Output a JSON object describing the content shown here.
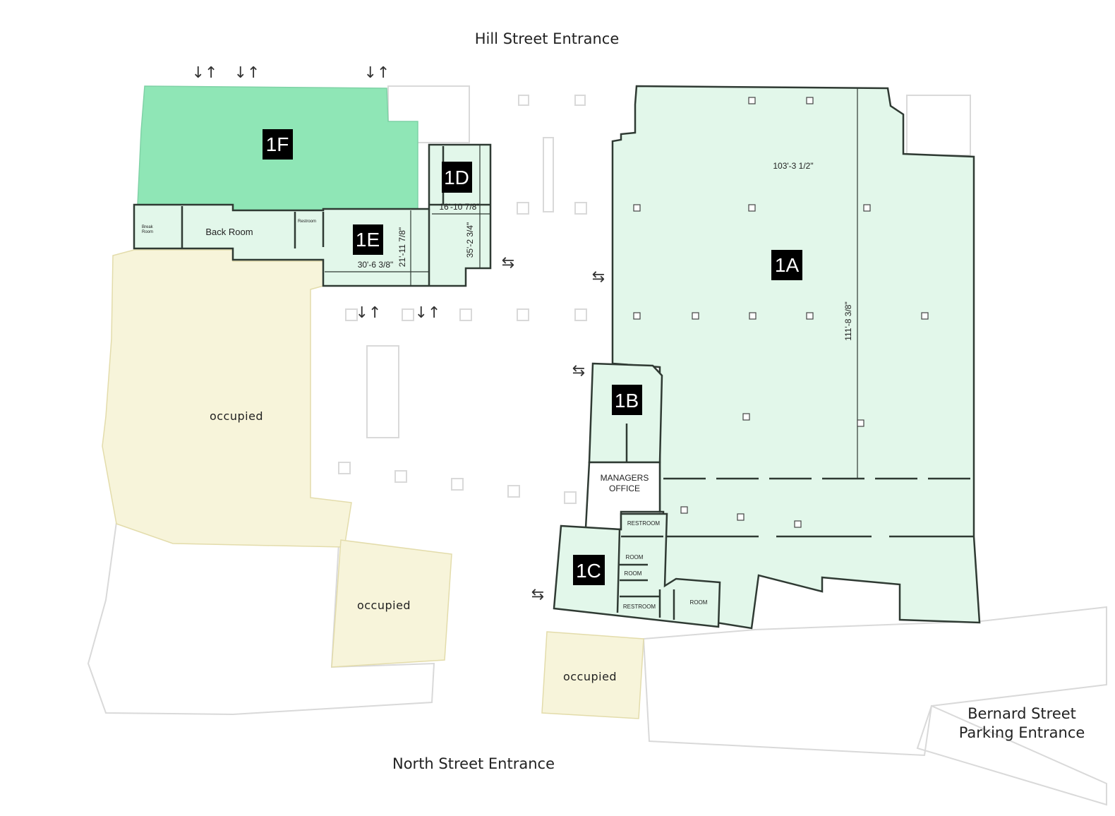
{
  "entrances": {
    "hill": "Hill Street Entrance",
    "north": "North Street Entrance",
    "bernard_line1": "Bernard Street",
    "bernard_line2": "Parking Entrance"
  },
  "units": {
    "1A": {
      "label": "1A",
      "width_dim": "103'-3 1/2\"",
      "depth_dim": "111'-8 3/8\""
    },
    "1B": {
      "label": "1B"
    },
    "1C": {
      "label": "1C"
    },
    "1D": {
      "label": "1D",
      "width_dim": "16'-10 7/8\"",
      "depth_dim": "35'-2 3/4\""
    },
    "1E": {
      "label": "1E",
      "width_dim": "30'-6 3/8\"",
      "depth_dim": "21'-11 7/8\""
    },
    "1F": {
      "label": "1F"
    }
  },
  "rooms": {
    "back_room": "Back Room",
    "break_room_1": "Break",
    "break_room_2": "Room",
    "restroom_small": "Restroom",
    "managers_1": "MANAGERS",
    "managers_2": "OFFICE",
    "restroom_upper": "RESTROOM",
    "room_1": "ROOM",
    "room_2": "ROOM",
    "restroom_lower": "RESTROOM",
    "room_3": "ROOM"
  },
  "occupied": [
    "occupied",
    "occupied",
    "occupied"
  ],
  "icons": {
    "door_arrow_vertical": "↓↑",
    "door_arrow_horizontal": "⇆"
  },
  "colors": {
    "available_highlight": "#8fe6b6",
    "available": "#e2f7ea",
    "occupied": "#f7f4da"
  }
}
